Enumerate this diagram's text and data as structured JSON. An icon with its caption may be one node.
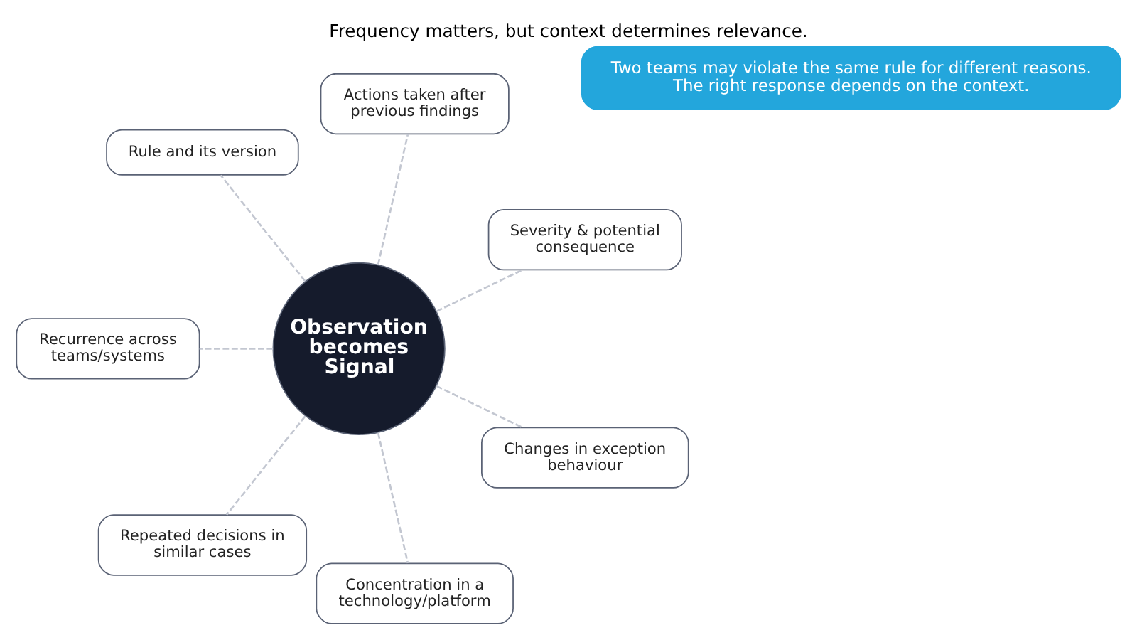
{
  "diagram": {
    "title": "Frequency matters, but context determines relevance.",
    "nodes": [
      {
        "text": [
          "Severity & potential consequence"
        ]
      },
      {
        "text": [
          "Actions taken after previous findings"
        ]
      },
      {
        "text": [
          "Rule and its version"
        ]
      },
      {
        "text": [
          "Observation becomes Signal"
        ]
      },
      {
        "text": [
          "Recurrence across teams/systems"
        ]
      },
      {
        "text": [
          "Repeated decisions in similar cases"
        ]
      },
      {
        "text": [
          "Concentration in a technology/platform"
        ]
      },
      {
        "text": [
          "Changes in exception behaviour"
        ]
      },
      {
        "text": [
          "Two teams may violate the same rule for different reasons. The right response depends on the context."
        ]
      }
    ],
    "edges": [
      {
        "from": 3,
        "to": 0,
        "arrow": "none",
        "style": "dashed"
      },
      {
        "from": 3,
        "to": 2,
        "arrow": "none",
        "style": "dashed"
      },
      {
        "from": 3,
        "to": 5,
        "arrow": "none",
        "style": "dashed"
      },
      {
        "from": 3,
        "to": 7,
        "arrow": "none",
        "style": "dashed"
      },
      {
        "from": 3,
        "to": 6,
        "arrow": "none",
        "style": "dashed"
      },
      {
        "from": 3,
        "to": 4,
        "arrow": "none",
        "style": "dashed"
      },
      {
        "from": 3,
        "to": 1,
        "arrow": "none",
        "style": "dashed"
      }
    ]
  }
}
